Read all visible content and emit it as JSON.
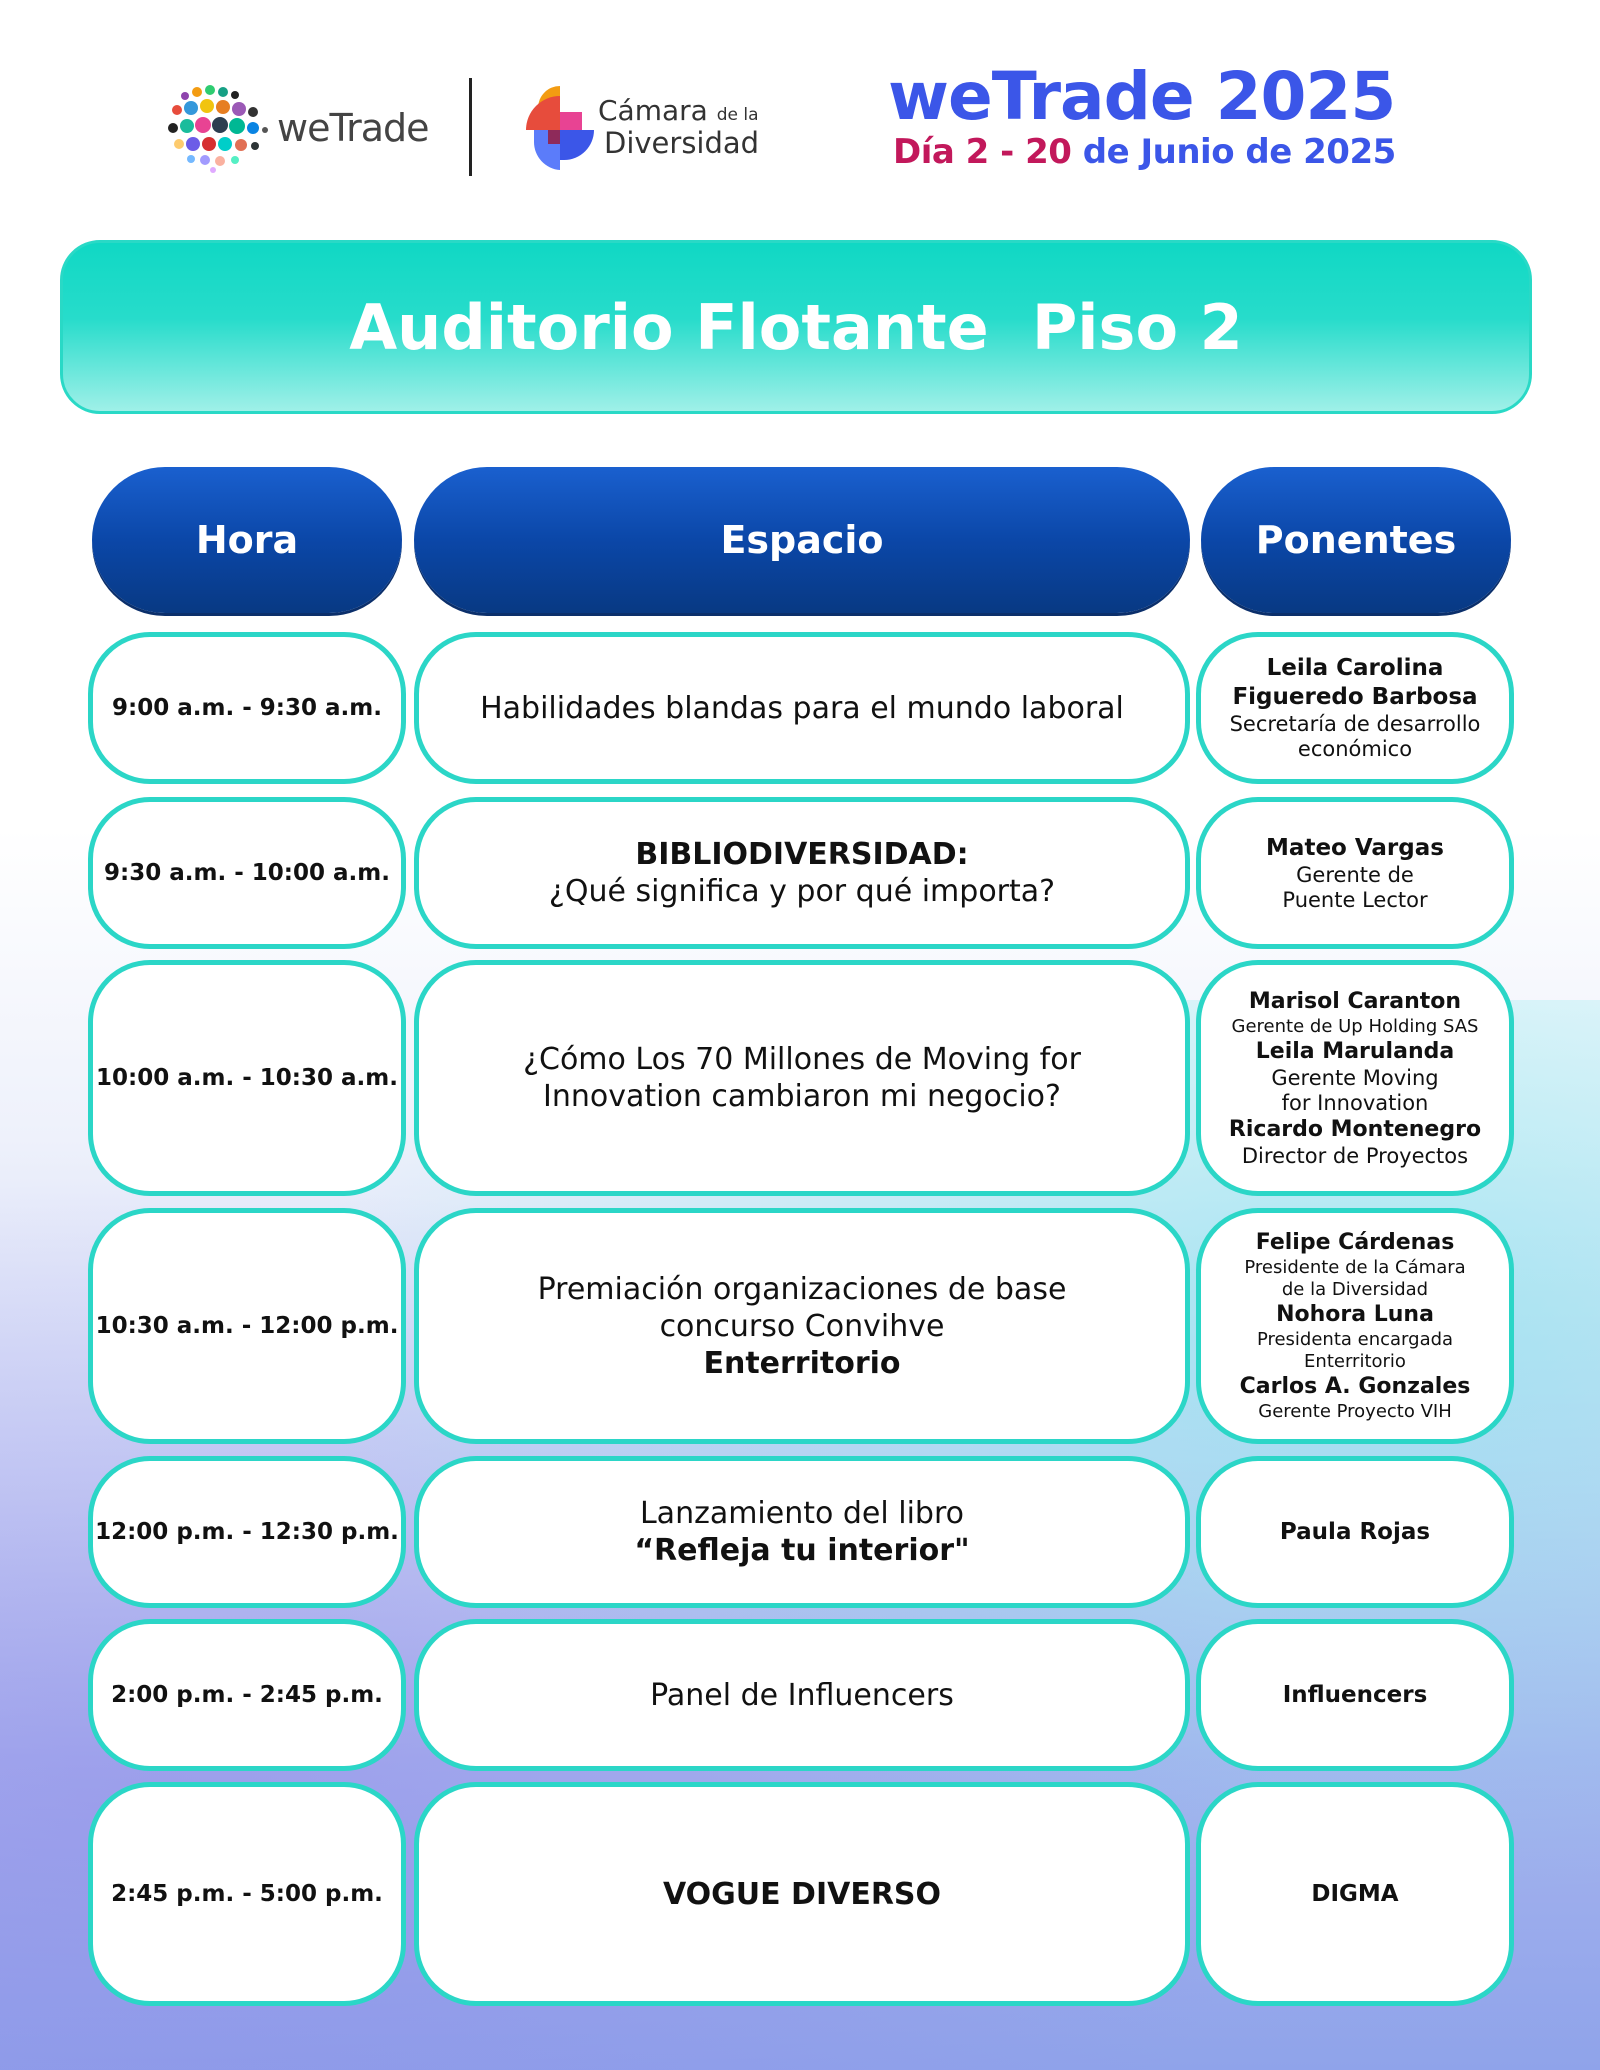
{
  "header": {
    "wetrade_logo_text": "weTrade",
    "camara_line1": "Cámara",
    "camara_line1_small": "de la",
    "camara_line2": "Diversidad",
    "event_title": "weTrade 2025",
    "event_day": "Día 2 - 20",
    "event_date_rest": " de Junio de 2025"
  },
  "banner": {
    "title": "Auditorio Flotante  Piso 2"
  },
  "columns": {
    "hora": "Hora",
    "espacio": "Espacio",
    "ponentes": "Ponentes"
  },
  "rows": [
    {
      "hora": "9:00 a.m. - 9:30 a.m.",
      "espacio": [
        "Habilidades blandas para el mundo laboral"
      ],
      "ponentes": [
        {
          "name": "Leila Carolina"
        },
        {
          "name": "Figueredo Barbosa"
        },
        {
          "role": "Secretaría de desarrollo"
        },
        {
          "role": "económico"
        }
      ]
    },
    {
      "hora": "9:30 a.m. - 10:00 a.m.",
      "espacio_bold": "BIBLIODIVERSIDAD:",
      "espacio": [
        "¿Qué significa y por qué importa?"
      ],
      "ponentes": [
        {
          "name": "Mateo Vargas"
        },
        {
          "role": "Gerente de"
        },
        {
          "role": "Puente Lector"
        }
      ]
    },
    {
      "hora": "10:00 a.m. - 10:30 a.m.",
      "espacio": [
        "¿Cómo Los 70 Millones de Moving for",
        "Innovation cambiaron mi negocio?"
      ],
      "ponentes": [
        {
          "name": "Marisol Caranton"
        },
        {
          "role_small": "Gerente de Up Holding SAS"
        },
        {
          "name": "Leila Marulanda"
        },
        {
          "role": "Gerente Moving"
        },
        {
          "role": "for Innovation"
        },
        {
          "name": "Ricardo Montenegro"
        },
        {
          "role": "Director de Proyectos"
        }
      ]
    },
    {
      "hora": "10:30 a.m. - 12:00 p.m.",
      "espacio": [
        "Premiación organizaciones de base",
        "concurso Convihve"
      ],
      "espacio_bold_after": "Enterritorio",
      "ponentes": [
        {
          "name": "Felipe Cárdenas"
        },
        {
          "role_small": "Presidente de la Cámara"
        },
        {
          "role_small": "de la Diversidad"
        },
        {
          "name": "Nohora Luna"
        },
        {
          "role_small": "Presidenta encargada"
        },
        {
          "role_small": "Enterritorio"
        },
        {
          "name": "Carlos A. Gonzales"
        },
        {
          "role_small": "Gerente Proyecto VIH"
        }
      ]
    },
    {
      "hora": "12:00 p.m. - 12:30 p.m.",
      "espacio": [
        "Lanzamiento del libro"
      ],
      "espacio_bold_after": "“Refleja tu interior\"",
      "ponentes": [
        {
          "name": "Paula Rojas"
        }
      ]
    },
    {
      "hora": "2:00 p.m. - 2:45 p.m.",
      "espacio": [
        "Panel de Influencers"
      ],
      "ponentes": [
        {
          "name": "Influencers"
        }
      ]
    },
    {
      "hora": "2:45 p.m. - 5:00 p.m.",
      "espacio_bold": "VOGUE DIVERSO",
      "espacio": [],
      "ponentes": [
        {
          "name": "DIGMA"
        }
      ]
    }
  ],
  "colors": {
    "accent_blue": "#3b56e8",
    "accent_red": "#c2185b",
    "teal": "#2bd6c7",
    "header_blue": "#0b47a8"
  }
}
